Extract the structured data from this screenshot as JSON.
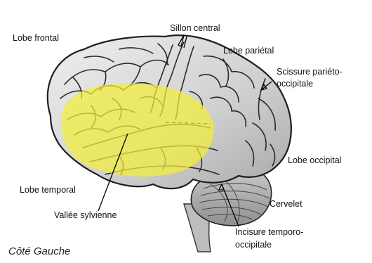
{
  "labels": {
    "lobe_frontal": "Lobe frontal",
    "sillon_central": "Sillon central",
    "lobe_parietal": "Lobe pariétal",
    "scissure_line1": "Scissure pariéto-",
    "scissure_line2": "occipitale",
    "lobe_occipital": "Lobe occipital",
    "lobe_temporal": "Lobe temporal",
    "cervelet": "Cervelet",
    "vallee_sylvienne": "Vallée sylvienne",
    "incisure_line1": "Incisure temporo-",
    "incisure_line2": "occipitale"
  },
  "caption": "Côté Gauche",
  "colors": {
    "highlight": "#f2ef3c",
    "brain_fill": "#d9d9d9",
    "outline": "#222222"
  }
}
